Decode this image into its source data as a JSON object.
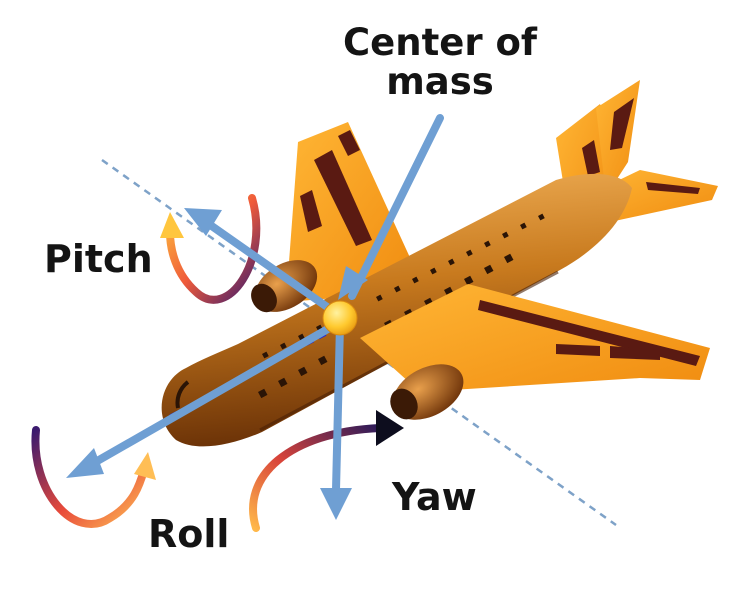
{
  "labels": {
    "center_of_mass_line1": "Center of",
    "center_of_mass_line2": "mass",
    "pitch": "Pitch",
    "roll": "Roll",
    "yaw": "Yaw"
  },
  "colors": {
    "fuselage": "#c87a1e",
    "wing": "#f6a31f",
    "wing_stripe": "#5a1a12",
    "axis_arrow": "#6f9fd3",
    "axis_dashed": "#2a2ec8",
    "reference_line": "#7ea2c8",
    "center_of_mass": "#ffd23a",
    "yaw_arrowhead": "#0d0d1e"
  }
}
